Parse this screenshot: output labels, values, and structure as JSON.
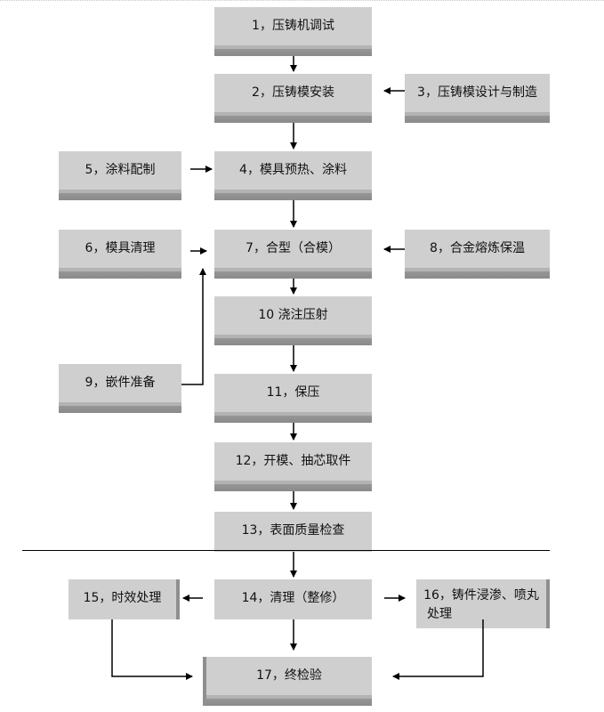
{
  "steps": {
    "s1": "1，压铸机调试",
    "s2": "2，压铸模安装",
    "s3": "3，压铸模设计与制造",
    "s4": "4，模具预热、涂料",
    "s5": "5，涂料配制",
    "s6": "6，模具清理",
    "s7": "7，合型（合模）",
    "s8": "8，合金熔炼保温",
    "s9": "9，嵌件准备",
    "s10": "10 浇注压射",
    "s11": "11，保压",
    "s12": "12，开模、抽芯取件",
    "s13": "13，表面质量检查",
    "s14": "14，清理（整修）",
    "s15": "15，时效处理",
    "s16a": "16，铸件浸渗、喷丸",
    "s16b": "处理",
    "s17": "17，终检验"
  }
}
